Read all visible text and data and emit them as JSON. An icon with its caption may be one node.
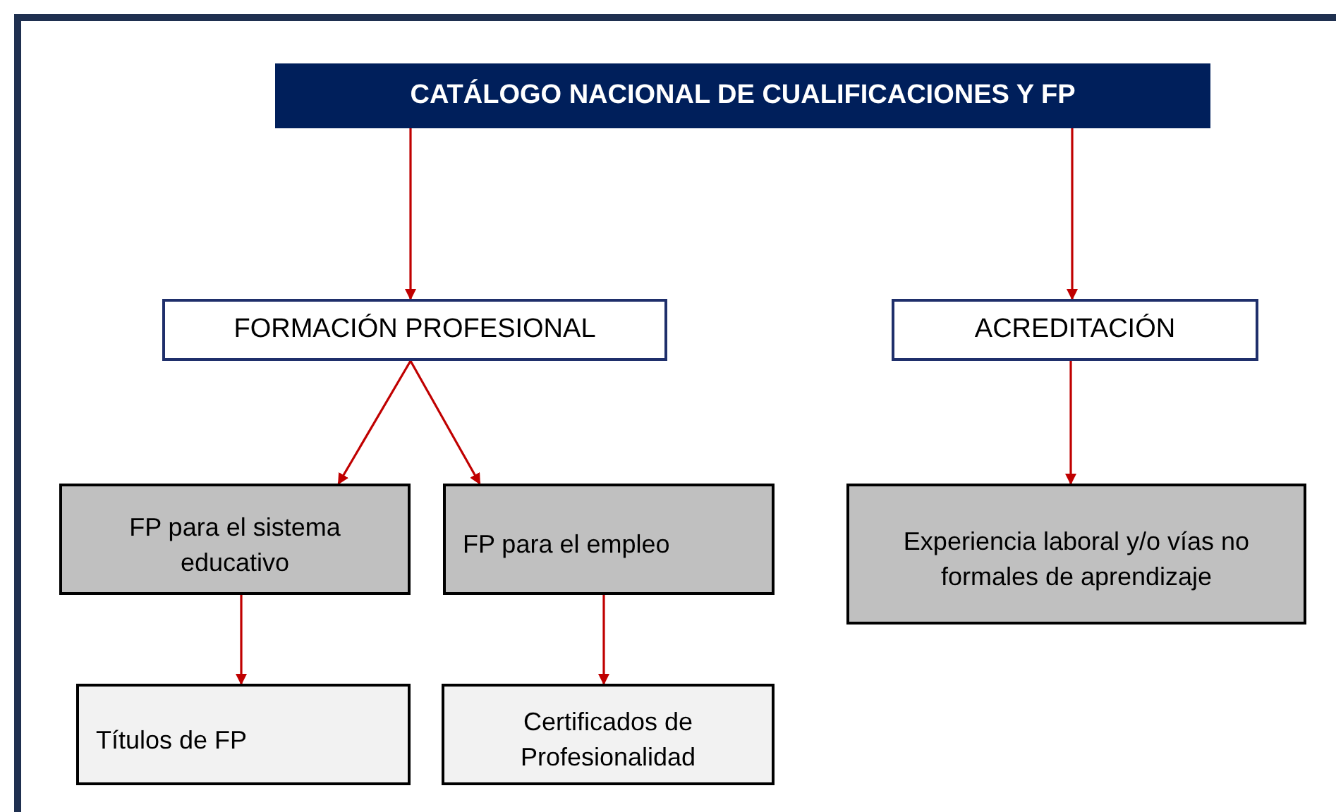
{
  "diagram": {
    "nodes": [
      {
        "text": [
          "CATÁLOGO NACIONAL DE CUALIFICACIONES Y FP"
        ]
      },
      {
        "text": [
          "FORMACIÓN PROFESIONAL"
        ]
      },
      {
        "text": [
          "ACREDITACIÓN"
        ]
      },
      {
        "text": [
          "FP para el sistema educativo"
        ]
      },
      {
        "text": [
          "FP para el empleo"
        ]
      },
      {
        "text": [
          "Experiencia laboral y/o vías no formales de aprendizaje"
        ]
      },
      {
        "text": [
          "Títulos de FP"
        ]
      },
      {
        "text": [
          "Certificados de Profesionalidad"
        ]
      }
    ],
    "edges": [
      {
        "from": 0,
        "to": 1,
        "arrow": "to"
      },
      {
        "from": 0,
        "to": 2,
        "arrow": "to"
      },
      {
        "from": 1,
        "to": 3,
        "arrow": "to"
      },
      {
        "from": 1,
        "to": 4,
        "arrow": "to"
      },
      {
        "from": 2,
        "to": 5,
        "arrow": "to"
      },
      {
        "from": 3,
        "to": 6,
        "arrow": "to"
      },
      {
        "from": 4,
        "to": 7,
        "arrow": "to"
      }
    ]
  }
}
